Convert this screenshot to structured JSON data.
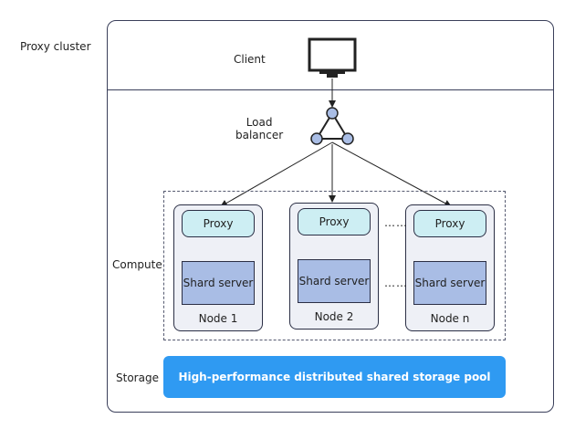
{
  "labels": {
    "proxy_cluster": "Proxy cluster",
    "client": "Client",
    "load_balancer_line1": "Load",
    "load_balancer_line2": "balancer",
    "compute": "Compute",
    "storage": "Storage",
    "storage_pool": "High-performance distributed shared storage pool",
    "ellipsis": "……"
  },
  "nodes": [
    {
      "proxy": "Proxy",
      "shard": "Shard server",
      "name": "Node 1"
    },
    {
      "proxy": "Proxy",
      "shard": "Shard server",
      "name": "Node 2"
    },
    {
      "proxy": "Proxy",
      "shard": "Shard server",
      "name": "Node n"
    }
  ],
  "colors": {
    "proxy_fill": "#cdeef3",
    "shard_fill": "#a9bde5",
    "storage_fill": "#2f9af2",
    "lb_node_fill": "#a9bde5"
  }
}
